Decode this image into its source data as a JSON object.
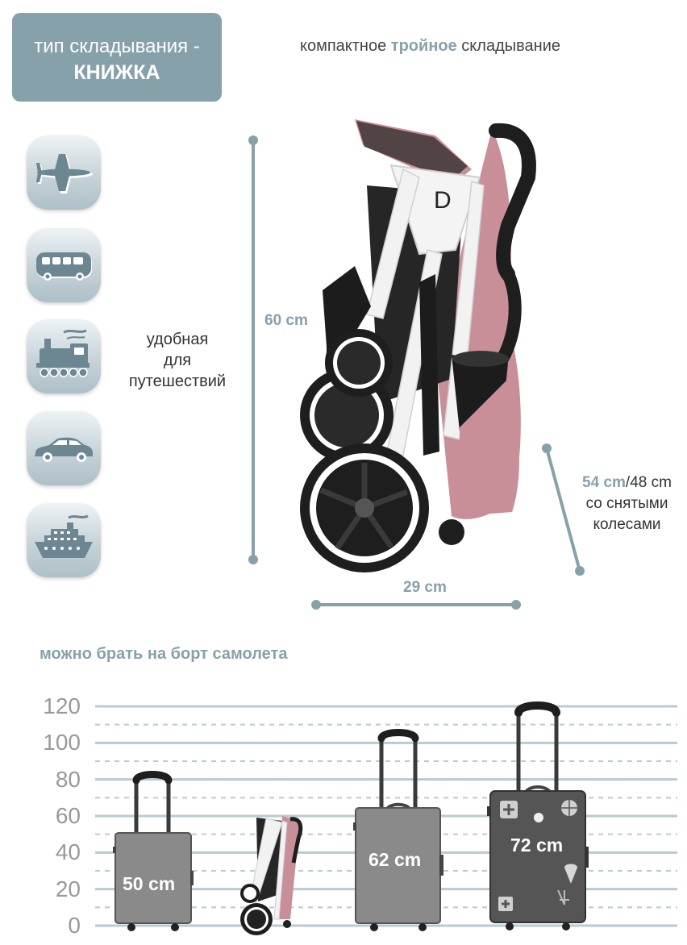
{
  "header": {
    "fold_type_line1": "тип складывания -",
    "fold_type_line2": "КНИЖКА",
    "tagline_pre": "компактное ",
    "tagline_highlight": "тройное",
    "tagline_post": " складывание"
  },
  "travel_icons": [
    "airplane-icon",
    "bus-icon",
    "train-icon",
    "car-icon",
    "ship-icon"
  ],
  "travel_text": [
    "удобная",
    "для",
    "путешествий"
  ],
  "dimensions": {
    "height": "60 cm",
    "width": "29 cm",
    "depth_highlight": "54 cm",
    "depth_rest": "/48 cm",
    "depth_note_line1": "со снятыми",
    "depth_note_line2": "колесами"
  },
  "comparison": {
    "caption": "можно брать на борт самолета",
    "y_ticks": [
      "120",
      "100",
      "80",
      "60",
      "40",
      "20",
      "0"
    ],
    "suitcases": [
      {
        "label": "50 cm",
        "value": 50
      },
      {
        "label": "62 cm",
        "value": 62
      },
      {
        "label": "72 cm",
        "value": 72
      }
    ],
    "stroller_value": 60
  },
  "colors": {
    "accent": "#87a1ab",
    "suitcase_gray": "#8a8a8a",
    "suitcase_dark": "#4a4a4a",
    "stroller_pink": "#c98f98"
  },
  "chart_data": {
    "type": "bar",
    "categories": [
      "50 cm",
      "stroller",
      "62 cm",
      "72 cm"
    ],
    "values": [
      50,
      60,
      62,
      72
    ],
    "title": "можно брать на борт самолета",
    "xlabel": "",
    "ylabel": "",
    "ylim": [
      0,
      120
    ],
    "grid": true
  }
}
